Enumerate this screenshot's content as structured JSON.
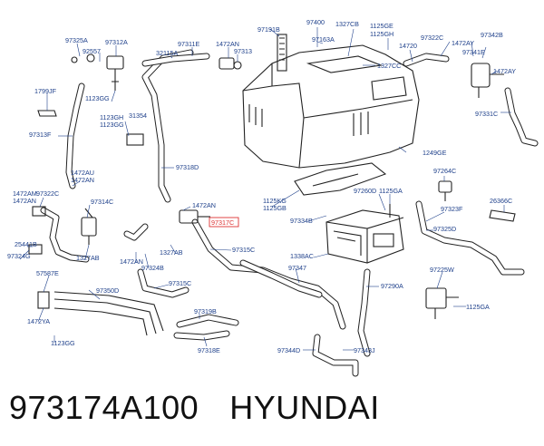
{
  "labels": {
    "l97325A": "97325A",
    "l92557": "92557",
    "l97312A": "97312A",
    "l32115A": "32115A",
    "l97311E": "97311E",
    "l1472AN_a": "1472AN",
    "l97313": "97313",
    "l97191B": "97191B",
    "l97400": "97400",
    "l1327CB": "1327CB",
    "l1125GE": "1125GE",
    "l1125GH": "1125GH",
    "l97163A": "97163A",
    "l14720": "14720",
    "l97322C": "97322C",
    "l97342B": "97342B",
    "l1472AY_a": "1472AY",
    "l97341E": "97341E",
    "l1472AY_b": "1472AY",
    "l1327CC": "1327CC",
    "l1799JF": "1799JF",
    "l1123GG_a": "1123GG",
    "l1123GH": "1123GH",
    "l31354": "31354",
    "l1123GG_b": "1123GG",
    "l97313F": "97313F",
    "l97331C": "97331C",
    "l1249GE": "1249GE",
    "l97318D": "97318D",
    "l1472AU": "1472AU",
    "l1472AN_b": "1472AN",
    "l97264C": "97264C",
    "l1472AM": "1472AM",
    "l97322C_b": "97322C",
    "l1472AN_c": "1472AN",
    "l97314C": "97314C",
    "l1125KG": "1125KG",
    "l1125GB": "1125GB",
    "l1472AN_d": "1472AN",
    "l97260D": "97260D",
    "l1125GA_a": "1125GA",
    "l26366C": "26366C",
    "l97334B": "97334B",
    "l97323F": "97323F",
    "l97317C": "97317C",
    "l25441B": "25441B",
    "l97324G": "97324G",
    "l1327AB_a": "1327AB",
    "l1327AB_b": "1327AB",
    "l97315C_a": "97315C",
    "l97325D": "97325D",
    "l1338AC": "1338AC",
    "l1472AN_e": "1472AN",
    "l97324B": "97324B",
    "l97347": "97347",
    "l57587E": "57587E",
    "l97225W": "97225W",
    "l97350D": "97350D",
    "l97315C_b": "97315C",
    "l97290A": "97290A",
    "l1125GA_b": "1125GA",
    "l1472YA": "1472YA",
    "l97319B": "97319B",
    "l1123GG_c": "1123GG",
    "l97318E": "97318E",
    "l97344D": "97344D",
    "l97343J": "97343J"
  },
  "footer": {
    "part_number": "973174A100",
    "brand": "HYUNDAI"
  }
}
